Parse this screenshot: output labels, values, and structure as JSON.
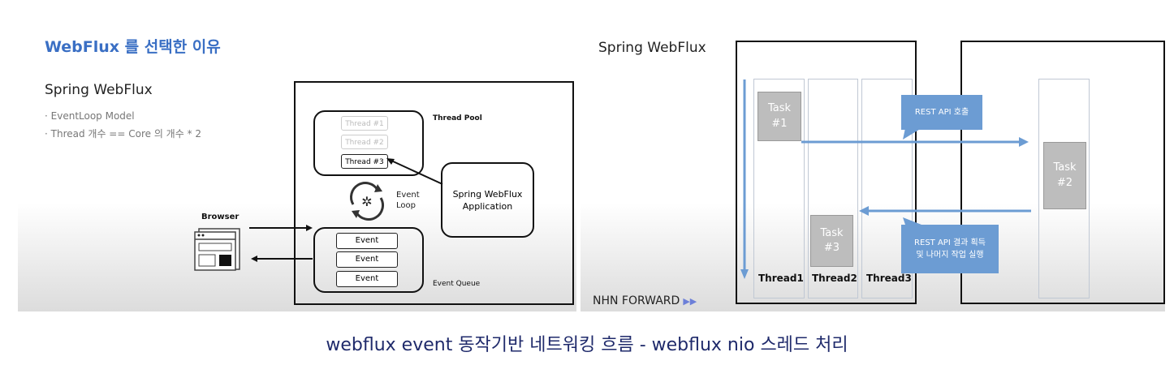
{
  "left_slide": {
    "title": "WebFlux 를 선택한 이유",
    "subtitle": "Spring WebFlux",
    "bullets": [
      "EventLoop Model",
      "Thread 개수 == Core 의 개수 * 2"
    ],
    "threads": [
      "Thread #1",
      "Thread #2",
      "Thread #3"
    ],
    "thread_pool_label": "Thread Pool",
    "event_loop_label": "Event\nLoop",
    "app_label": "Spring WebFlux\nApplication",
    "events": [
      "Event",
      "Event",
      "Event"
    ],
    "event_queue_label": "Event Queue",
    "browser_label": "Browser"
  },
  "right_slide": {
    "title": "Spring WebFlux",
    "tasks": [
      "Task\n#1",
      "Task\n#2",
      "Task\n#3"
    ],
    "callout_call": "REST API 호출",
    "callout_result": "REST API 결과 획득\n및 나머지 작업 실행",
    "thread_labels": [
      "Thread1",
      "Thread2",
      "Thread3"
    ],
    "brand": "NHN FORWARD"
  },
  "caption": "webflux event 동작기반 네트워킹 흐름 - webflux nio 스레드 처리",
  "colors": {
    "title_blue": "#3a6fc4",
    "callout_blue": "#6c9cd3",
    "caption": "#1f2a6b"
  }
}
